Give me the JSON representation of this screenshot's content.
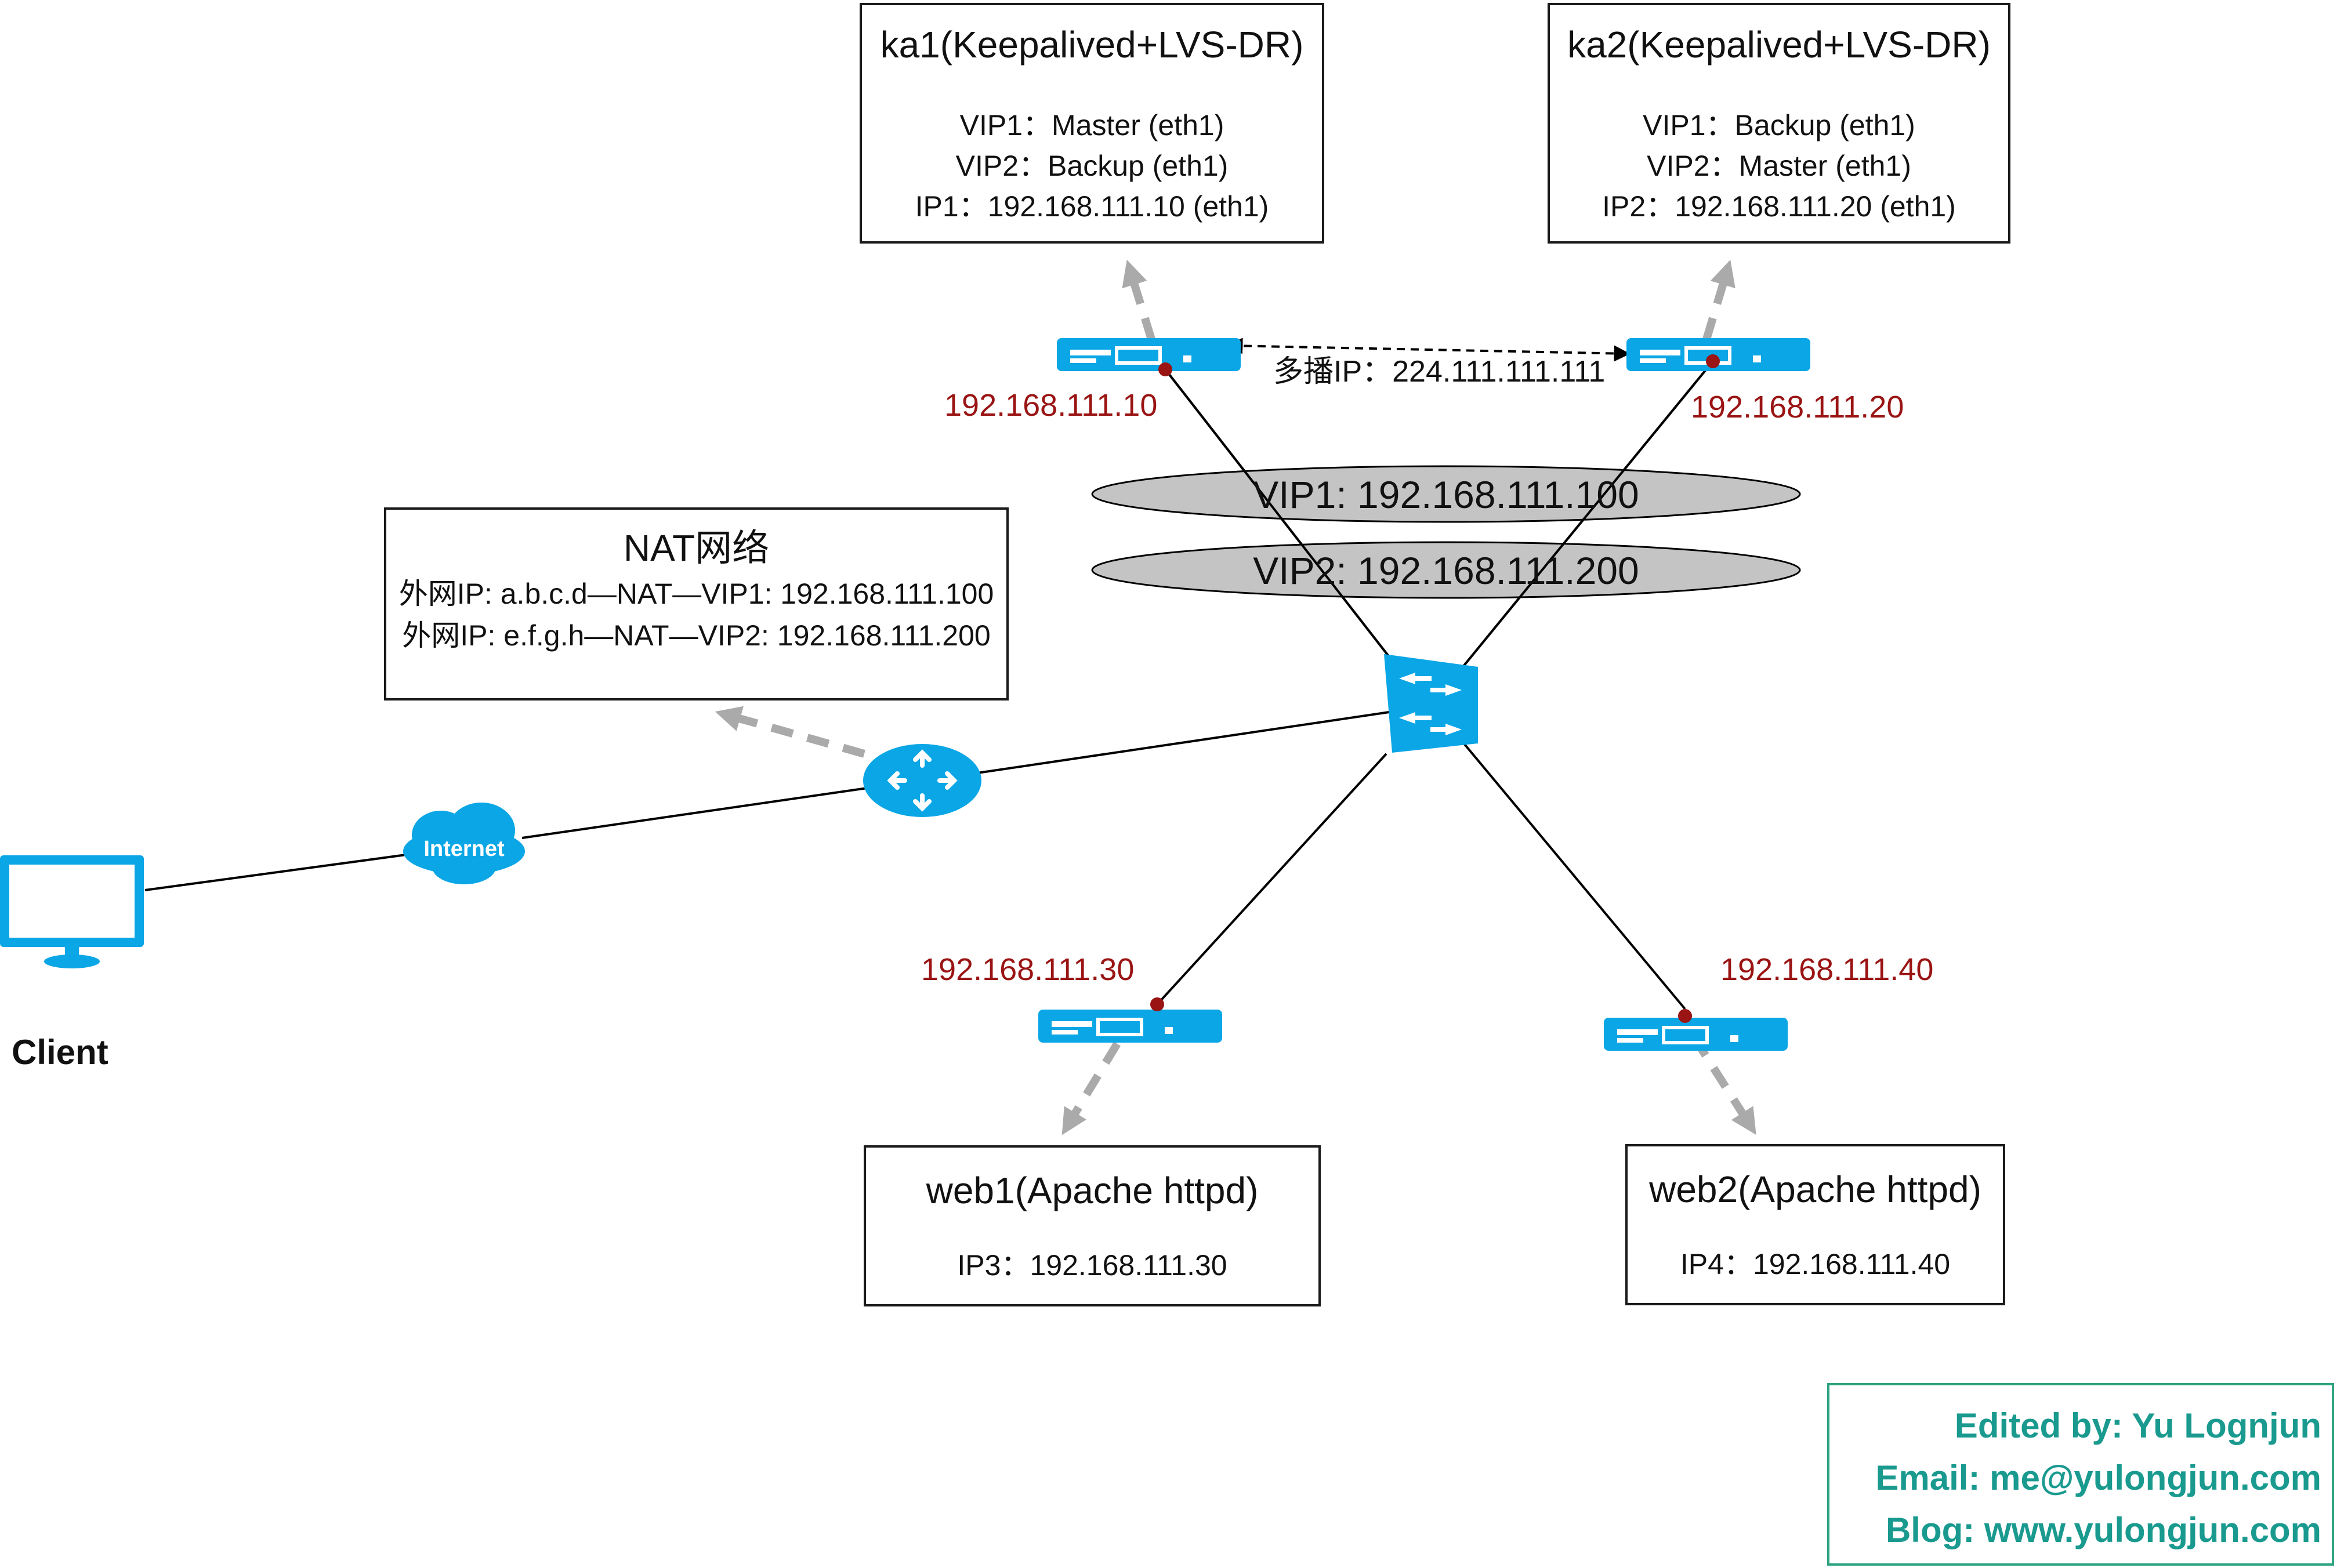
{
  "ka1": {
    "title": "ka1(Keepalived+LVS-DR)",
    "vip1": "VIP1：Master (eth1)",
    "vip2": "VIP2：Backup (eth1)",
    "ip": "IP1：192.168.111.10 (eth1)"
  },
  "ka2": {
    "title": "ka2(Keepalived+LVS-DR)",
    "vip1": "VIP1：Backup (eth1)",
    "vip2": "VIP2：Master (eth1)",
    "ip": "IP2：192.168.111.20 (eth1)"
  },
  "multicast_label": "多播IP：224.111.111.111",
  "node_ips": {
    "ka1": "192.168.111.10",
    "ka2": "192.168.111.20",
    "web1": "192.168.111.30",
    "web2": "192.168.111.40"
  },
  "vips": {
    "vip1": "VIP1: 192.168.111.100",
    "vip2": "VIP2: 192.168.111.200"
  },
  "nat": {
    "title": "NAT网络",
    "line1": "外网IP: a.b.c.d—NAT—VIP1: 192.168.111.100",
    "line2": "外网IP: e.f.g.h—NAT—VIP2: 192.168.111.200"
  },
  "internet_label": "Internet",
  "client_label": "Client",
  "web1": {
    "title": "web1(Apache httpd)",
    "ip": "IP3：192.168.111.30"
  },
  "web2": {
    "title": "web2(Apache httpd)",
    "ip": "IP4：192.168.111.40"
  },
  "credits": {
    "line1": "Edited by: Yu Lognjun",
    "line2": "Email: me@yulongjun.com",
    "line3": "Blog: www.yulongjun.com"
  },
  "colors": {
    "device_blue": "#0aa6e6",
    "port_red": "#9a1414",
    "ip_label_red": "#9a1414",
    "arrow_gray": "#aaaaaa",
    "vip_ellipse_gray": "#c4c4c4",
    "credits_teal": "#1a9a8f"
  },
  "icons": [
    "server-icon",
    "switch-icon",
    "router-icon",
    "cloud-icon",
    "monitor-icon"
  ]
}
